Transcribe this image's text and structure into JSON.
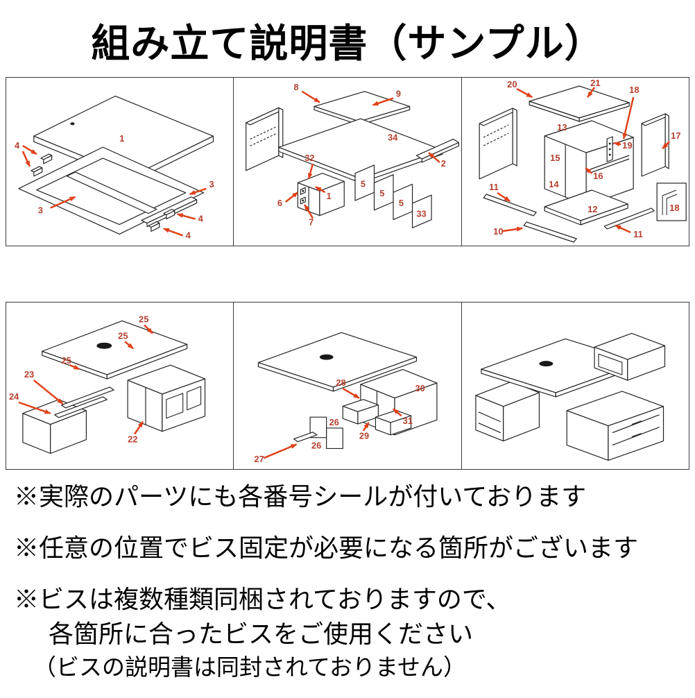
{
  "title": "組み立て説明書（サンプル）",
  "colors": {
    "background": "#ffffff",
    "line_art": "#222222",
    "arrow_red": "#e04018",
    "part_number_red": "#b5402f",
    "border": "#3a3a3a"
  },
  "panels": [
    {
      "labels": [
        "4",
        "1",
        "3",
        "3",
        "4",
        "4"
      ]
    },
    {
      "labels": [
        "8",
        "9",
        "34",
        "32",
        "2",
        "6",
        "1",
        "7",
        "5",
        "5",
        "5",
        "33"
      ]
    },
    {
      "labels": [
        "20",
        "21",
        "18",
        "13",
        "17",
        "15",
        "19",
        "16",
        "14",
        "11",
        "12",
        "10",
        "11",
        "18"
      ]
    },
    {
      "labels": [
        "25",
        "25",
        "25",
        "23",
        "24",
        "22"
      ]
    },
    {
      "labels": [
        "28",
        "30",
        "29",
        "31",
        "26",
        "26",
        "27"
      ]
    },
    {
      "labels": []
    }
  ],
  "notes": [
    {
      "text": "※実際のパーツにも各番号シールが付いております"
    },
    {
      "text": "※任意の位置でビス固定が必要になる箇所がございます"
    },
    {
      "lines": [
        "※ビスは複数種類同梱されておりますので、",
        "各箇所に合ったビスをご使用ください",
        "（ビスの説明書は同封されておりません）"
      ]
    }
  ]
}
